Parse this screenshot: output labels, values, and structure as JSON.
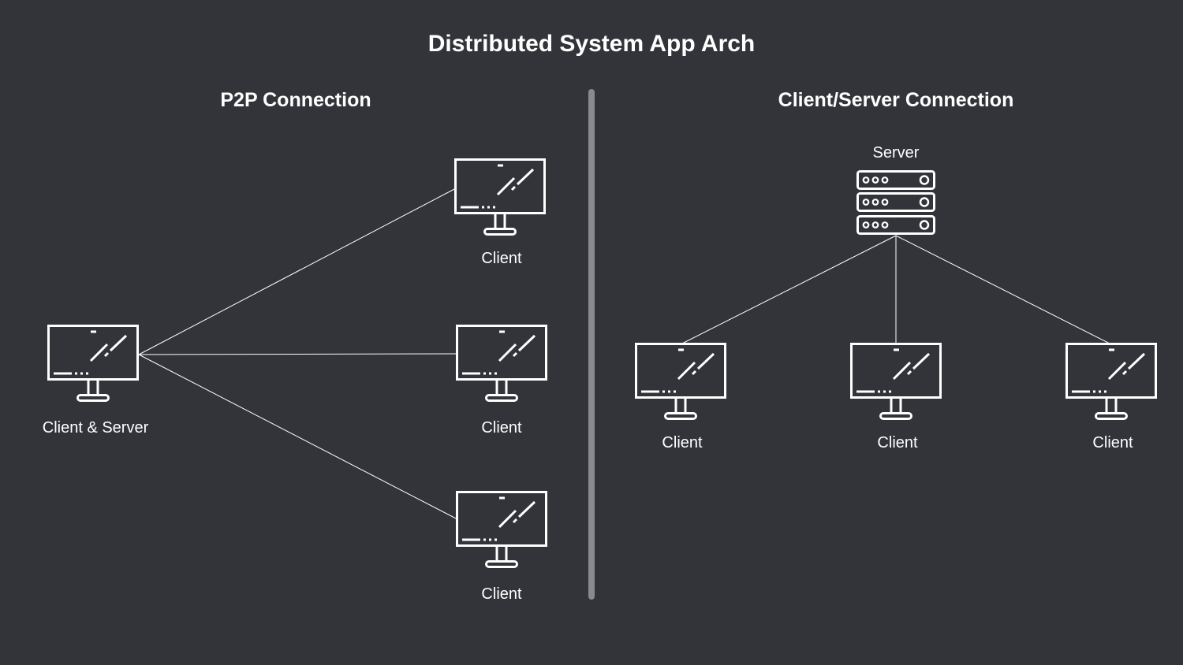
{
  "title": "Distributed System App Arch",
  "colors": {
    "background": "#32343a",
    "foreground": "#ffffff",
    "divider": "#8a8a8e"
  },
  "p2p": {
    "title": "P2P Connection",
    "hub": {
      "label": "Client & Server",
      "icon": "monitor-icon"
    },
    "peers": [
      {
        "label": "Client",
        "icon": "monitor-icon"
      },
      {
        "label": "Client",
        "icon": "monitor-icon"
      },
      {
        "label": "Client",
        "icon": "monitor-icon"
      }
    ]
  },
  "client_server": {
    "title": "Client/Server Connection",
    "server": {
      "label": "Server",
      "icon": "server-rack-icon"
    },
    "clients": [
      {
        "label": "Client",
        "icon": "monitor-icon"
      },
      {
        "label": "Client",
        "icon": "monitor-icon"
      },
      {
        "label": "Client",
        "icon": "monitor-icon"
      }
    ]
  }
}
